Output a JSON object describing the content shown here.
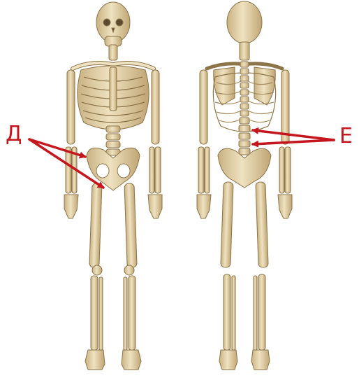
{
  "labels": {
    "d": "Д",
    "e": "Е"
  },
  "colors": {
    "bone": "#e8d8b0",
    "bone_shade": "#c9b283",
    "bone_dark": "#8c7448",
    "arrow": "#c4161c",
    "background": "#ffffff"
  },
  "figures": [
    {
      "view": "anterior",
      "description_icon": "skeleton-front-view"
    },
    {
      "view": "posterior",
      "description_icon": "skeleton-back-view"
    }
  ]
}
